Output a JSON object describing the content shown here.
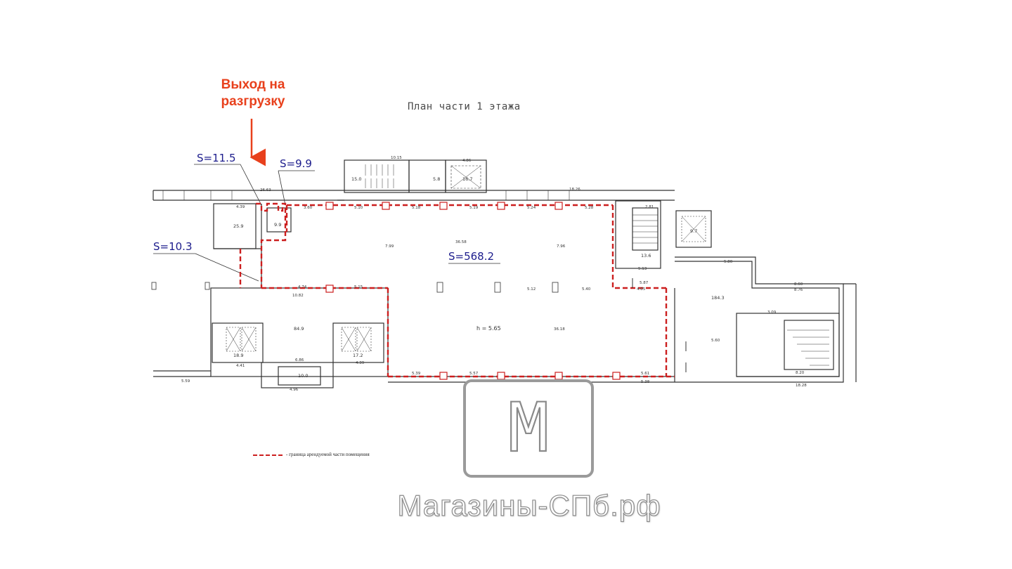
{
  "plan": {
    "title": "План части 1 этажа",
    "exit_label": "Выход на разгрузку",
    "areas": {
      "a1": "S=11.5",
      "a2": "S=9.9",
      "a3": "S=10.3",
      "main": "S=568.2"
    },
    "ceiling_height": "h = 5.65",
    "legend": "- граница арендуемой части помещения",
    "colors": {
      "wall": "#333333",
      "boundary": "#cc1f1f",
      "area_label": "#1c1c8c",
      "exit_label": "#e8401c"
    }
  },
  "watermark": {
    "brand": "Магазины-СПб.рф",
    "logo_letter": "М"
  },
  "dims": {
    "d01": "4.39",
    "d02": "26.63",
    "d03": "3.60",
    "d04": "5.10",
    "d05": "5.18",
    "d06": "5.19",
    "d07": "5.24",
    "d08": "5.28",
    "d09": "18.26",
    "d10": "10.15",
    "d11": "36.58",
    "d12": "7.99",
    "d13": "7.96",
    "d14": "10.82",
    "d15": "4.74",
    "d16": "5.15",
    "d17": "5.12",
    "d18": "5.40",
    "d19": "36.18",
    "d20": "5.39",
    "d21": "5.57",
    "d22": "5.61",
    "d23": "5.38",
    "d24": "4.41",
    "d25": "4.39",
    "d26": "6.86",
    "d27": "4.96",
    "d28": "8.60",
    "d29": "8.76",
    "d30": "3.09",
    "d31": "5.60",
    "d32": "18.28",
    "d33": "5.59",
    "d34": "4.05",
    "d35": "5.87",
    "d36": "5.13",
    "d37": "5.80",
    "d38": "8.20",
    "d39": "2.81",
    "d40": "4.86"
  },
  "rooms": {
    "r1": "25.9",
    "r2": "9.9",
    "r3": "84.9",
    "r4": "18.9",
    "r5": "17.2",
    "r6": "10.0",
    "r7": "184.3",
    "r8": "13.6",
    "r9": "9.7",
    "r10": "15.0",
    "r11": "16.7",
    "r12": "5.8"
  }
}
